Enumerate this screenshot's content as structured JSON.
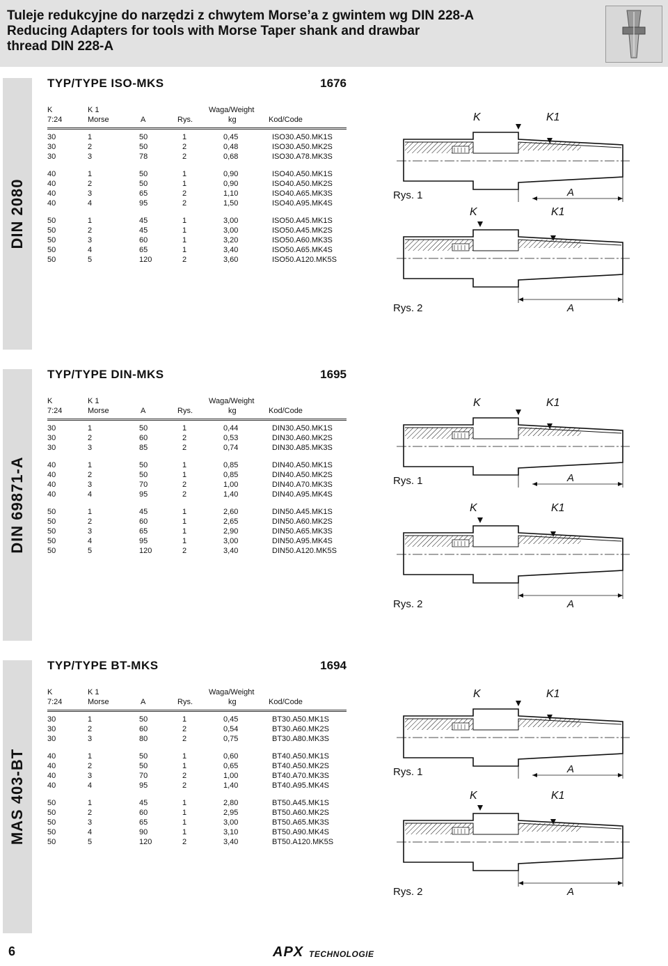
{
  "header": {
    "title_line1": "Tuleje redukcyjne do narzędzi z chwytem Morse’a z gwintem wg DIN 228-A",
    "title_line2": "Reducing Adapters for tools with Morse Taper shank and drawbar",
    "title_line3": "thread DIN 228-A"
  },
  "table_headers": {
    "k_top": "K",
    "k_bottom": "7:24",
    "k1_top": "K 1",
    "k1_bottom": "Morse",
    "a": "A",
    "rys": "Rys.",
    "weight_top": "Waga/Weight",
    "weight_bottom": "kg",
    "code": "Kod/Code"
  },
  "drawing_labels": {
    "k": "K",
    "k1": "K1",
    "a": "A",
    "rys1": "Rys. 1",
    "rys2": "Rys. 2"
  },
  "sections": [
    {
      "band": "DIN 2080",
      "type": "TYP/TYPE  ISO-MKS",
      "number": "1676",
      "groups": [
        [
          [
            "30",
            "1",
            "50",
            "1",
            "0,45",
            "ISO30.A50.MK1S"
          ],
          [
            "30",
            "2",
            "50",
            "2",
            "0,48",
            "ISO30.A50.MK2S"
          ],
          [
            "30",
            "3",
            "78",
            "2",
            "0,68",
            "ISO30.A78.MK3S"
          ]
        ],
        [
          [
            "40",
            "1",
            "50",
            "1",
            "0,90",
            "ISO40.A50.MK1S"
          ],
          [
            "40",
            "2",
            "50",
            "1",
            "0,90",
            "ISO40.A50.MK2S"
          ],
          [
            "40",
            "3",
            "65",
            "2",
            "1,10",
            "ISO40.A65.MK3S"
          ],
          [
            "40",
            "4",
            "95",
            "2",
            "1,50",
            "ISO40.A95.MK4S"
          ]
        ],
        [
          [
            "50",
            "1",
            "45",
            "1",
            "3,00",
            "ISO50.A45.MK1S"
          ],
          [
            "50",
            "2",
            "45",
            "1",
            "3,00",
            "ISO50.A45.MK2S"
          ],
          [
            "50",
            "3",
            "60",
            "1",
            "3,20",
            "ISO50.A60.MK3S"
          ],
          [
            "50",
            "4",
            "65",
            "1",
            "3,40",
            "ISO50.A65.MK4S"
          ],
          [
            "50",
            "5",
            "120",
            "2",
            "3,60",
            "ISO50.A120.MK5S"
          ]
        ]
      ]
    },
    {
      "band": "DIN 69871-A",
      "type": "TYP/TYPE  DIN-MKS",
      "number": "1695",
      "groups": [
        [
          [
            "30",
            "1",
            "50",
            "1",
            "0,44",
            "DIN30.A50.MK1S"
          ],
          [
            "30",
            "2",
            "60",
            "2",
            "0,53",
            "DIN30.A60.MK2S"
          ],
          [
            "30",
            "3",
            "85",
            "2",
            "0,74",
            "DIN30.A85.MK3S"
          ]
        ],
        [
          [
            "40",
            "1",
            "50",
            "1",
            "0,85",
            "DIN40.A50.MK1S"
          ],
          [
            "40",
            "2",
            "50",
            "1",
            "0,85",
            "DIN40.A50.MK2S"
          ],
          [
            "40",
            "3",
            "70",
            "2",
            "1,00",
            "DIN40.A70.MK3S"
          ],
          [
            "40",
            "4",
            "95",
            "2",
            "1,40",
            "DIN40.A95.MK4S"
          ]
        ],
        [
          [
            "50",
            "1",
            "45",
            "1",
            "2,60",
            "DIN50.A45.MK1S"
          ],
          [
            "50",
            "2",
            "60",
            "1",
            "2,65",
            "DIN50.A60.MK2S"
          ],
          [
            "50",
            "3",
            "65",
            "1",
            "2,90",
            "DIN50.A65.MK3S"
          ],
          [
            "50",
            "4",
            "95",
            "1",
            "3,00",
            "DIN50.A95.MK4S"
          ],
          [
            "50",
            "5",
            "120",
            "2",
            "3,40",
            "DIN50.A120.MK5S"
          ]
        ]
      ]
    },
    {
      "band": "MAS 403-BT",
      "type": "TYP/TYPE  BT-MKS",
      "number": "1694",
      "groups": [
        [
          [
            "30",
            "1",
            "50",
            "1",
            "0,45",
            "BT30.A50.MK1S"
          ],
          [
            "30",
            "2",
            "60",
            "2",
            "0,54",
            "BT30.A60.MK2S"
          ],
          [
            "30",
            "3",
            "80",
            "2",
            "0,75",
            "BT30.A80.MK3S"
          ]
        ],
        [
          [
            "40",
            "1",
            "50",
            "1",
            "0,60",
            "BT40.A50.MK1S"
          ],
          [
            "40",
            "2",
            "50",
            "1",
            "0,65",
            "BT40.A50.MK2S"
          ],
          [
            "40",
            "3",
            "70",
            "2",
            "1,00",
            "BT40.A70.MK3S"
          ],
          [
            "40",
            "4",
            "95",
            "2",
            "1,40",
            "BT40.A95.MK4S"
          ]
        ],
        [
          [
            "50",
            "1",
            "45",
            "1",
            "2,80",
            "BT50.A45.MK1S"
          ],
          [
            "50",
            "2",
            "60",
            "1",
            "2,95",
            "BT50.A60.MK2S"
          ],
          [
            "50",
            "3",
            "65",
            "1",
            "3,00",
            "BT50.A65.MK3S"
          ],
          [
            "50",
            "4",
            "90",
            "1",
            "3,10",
            "BT50.A90.MK4S"
          ],
          [
            "50",
            "5",
            "120",
            "2",
            "3,40",
            "BT50.A120.MK5S"
          ]
        ]
      ]
    }
  ],
  "footer": {
    "page": "6",
    "logo_mark": "APX",
    "logo_text": "TECHNOLOGIE"
  }
}
